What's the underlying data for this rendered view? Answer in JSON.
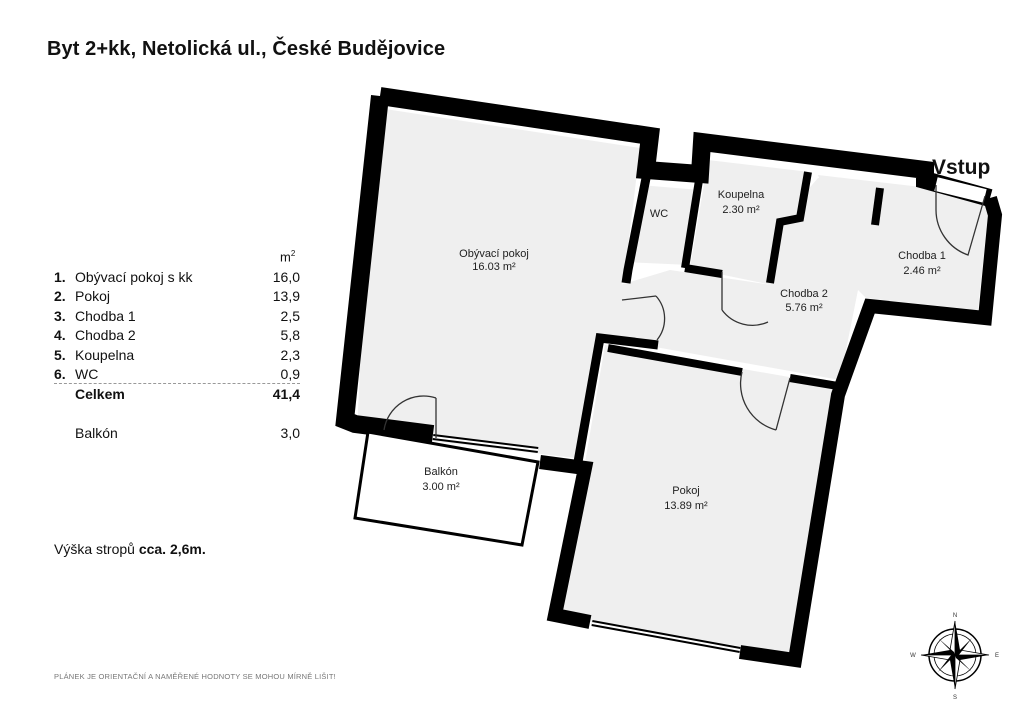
{
  "title": "Byt 2+kk, Netolická ul., České Budějovice",
  "table": {
    "unit": "m",
    "unit_sup": "2",
    "rows": [
      {
        "num": "1.",
        "label": "Obývací pokoj s kk",
        "value": "16,0"
      },
      {
        "num": "2.",
        "label": "Pokoj",
        "value": "13,9"
      },
      {
        "num": "3.",
        "label": "Chodba 1",
        "value": "2,5"
      },
      {
        "num": "4.",
        "label": "Chodba 2",
        "value": "5,8"
      },
      {
        "num": "5.",
        "label": "Koupelna",
        "value": "2,3"
      },
      {
        "num": "6.",
        "label": "WC",
        "value": "0,9"
      }
    ],
    "total_label": "Celkem",
    "total_value": "41,4",
    "balcony_label": "Balkón",
    "balcony_value": "3,0"
  },
  "ceiling": {
    "label": "Výška stropů",
    "value": "cca. 2,6m."
  },
  "note": "PLÁNEK JE ORIENTAČNÍ A NAMĚŘENÉ HODNOTY SE MOHOU MÍRNĚ LIŠIT!",
  "plan": {
    "entrance": "Vstup",
    "rooms": {
      "obyvaci": {
        "name": "Obývací pokoj",
        "area": "16.03 m²"
      },
      "wc": {
        "name": "WC"
      },
      "koupelna": {
        "name": "Koupelna",
        "area": "2.30 m²"
      },
      "chodba1": {
        "name": "Chodba 1",
        "area": "2.46 m²"
      },
      "chodba2": {
        "name": "Chodba 2",
        "area": "5.76 m²"
      },
      "pokoj": {
        "name": "Pokoj",
        "area": "13.89 m²"
      },
      "balkon": {
        "name": "Balkón",
        "area": "3.00 m²"
      }
    },
    "compass": {
      "n": "N",
      "s": "S",
      "w": "W",
      "e": "E"
    }
  },
  "colors": {
    "wall": "#000000",
    "floor": "#efefef",
    "text": "#111111",
    "note": "#777777"
  }
}
